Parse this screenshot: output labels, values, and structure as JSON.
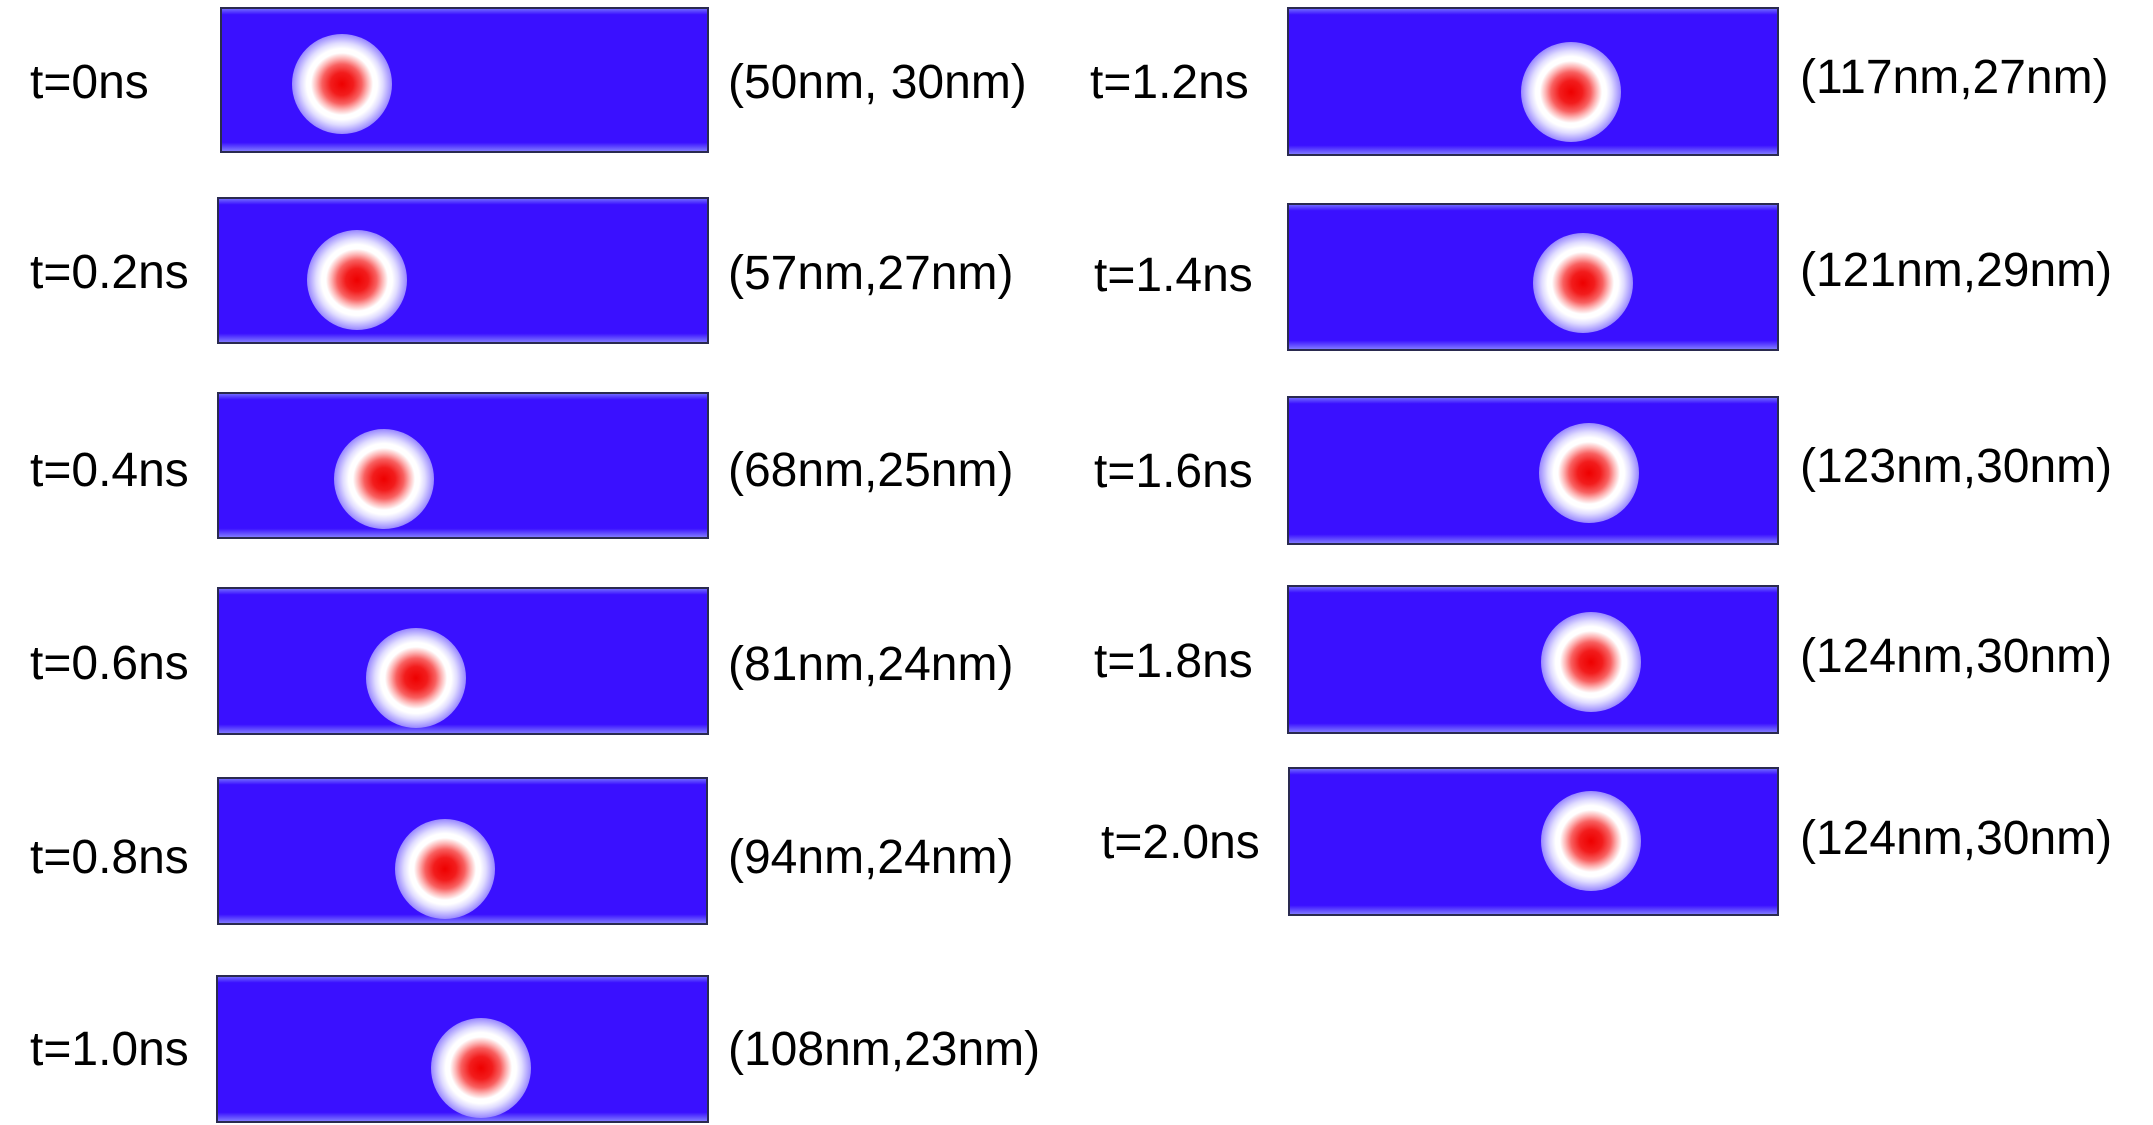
{
  "colors": {
    "background": "#ffffff",
    "field": "#3a10ff",
    "core": "#ee0000",
    "border": "#2a2a50"
  },
  "columns": [
    {
      "frames": [
        {
          "time": "t=0ns",
          "position": "(50nm, 30nm)"
        },
        {
          "time": "t=0.2ns",
          "position": "(57nm,27nm)"
        },
        {
          "time": "t=0.4ns",
          "position": "(68nm,25nm)"
        },
        {
          "time": "t=0.6ns",
          "position": "(81nm,24nm)"
        },
        {
          "time": "t=0.8ns",
          "position": "(94nm,24nm)"
        },
        {
          "time": "t=1.0ns",
          "position": "(108nm,23nm)"
        }
      ]
    },
    {
      "frames": [
        {
          "time": "t=1.2ns",
          "position": "(117nm,27nm)"
        },
        {
          "time": "t=1.4ns",
          "position": "(121nm,29nm)"
        },
        {
          "time": "t=1.6ns",
          "position": "(123nm,30nm)"
        },
        {
          "time": "t=1.8ns",
          "position": "(124nm,30nm)"
        },
        {
          "time": "t=2.0ns",
          "position": "(124nm,30nm)"
        }
      ]
    }
  ]
}
